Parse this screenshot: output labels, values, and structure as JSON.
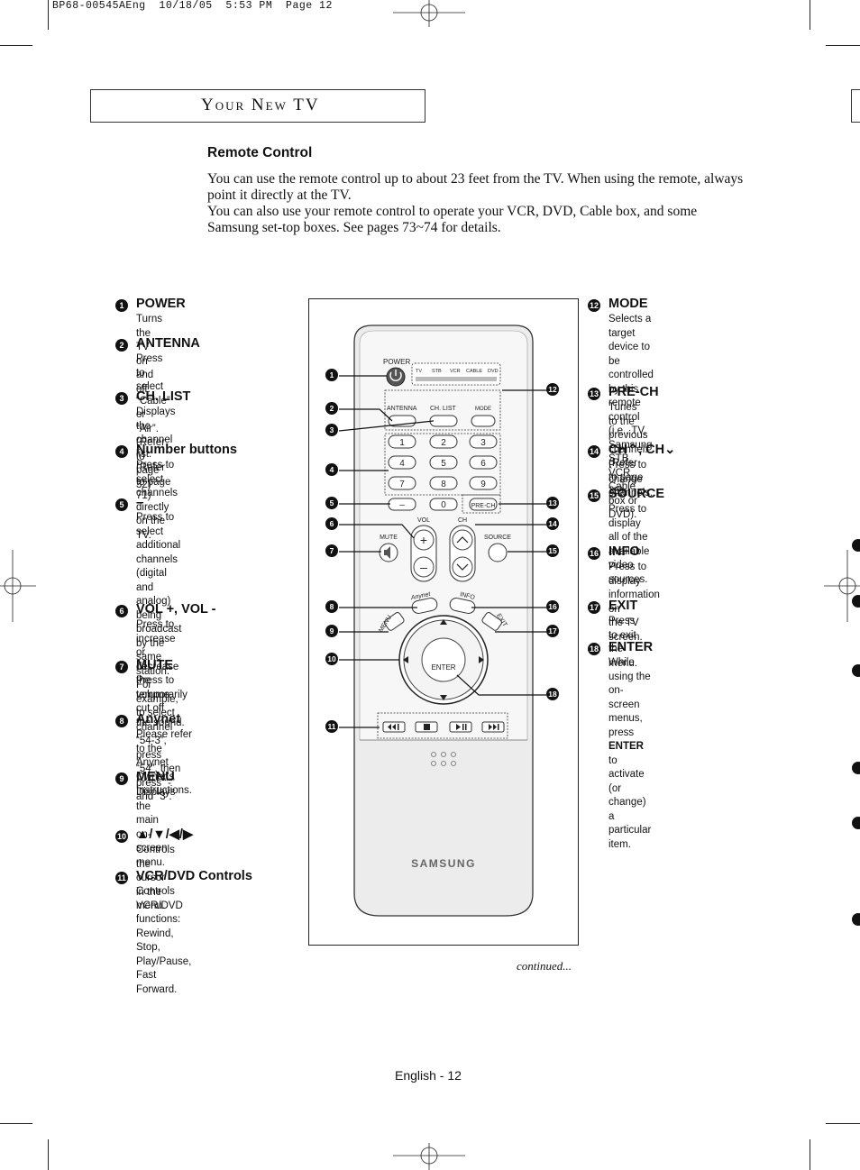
{
  "slug": "BP68-00545AEng  10/18/05  5:53 PM  Page 12",
  "header": {
    "title": "Your New TV"
  },
  "section_title": "Remote Control",
  "intro": [
    "You can use the remote control up to about 23 feet from the TV. When using the remote, always point it directly at the TV.",
    "You can also use your remote control to operate your VCR, DVD, Cable box, and some Samsung set-top boxes. See pages 73~74 for details."
  ],
  "left_items": [
    {
      "num": "1",
      "name": "POWER",
      "desc": "Turns the TV on and off."
    },
    {
      "num": "2",
      "name": "ANTENNA",
      "desc": "Press to select “Cable” or “Air”.\n(Refer to page 32)"
    },
    {
      "num": "3",
      "name": "CH. LIST",
      "desc": "Displays the channel list.\n(Refer to page 71)"
    },
    {
      "num": "4",
      "name": "Number buttons",
      "desc": "Press to select channels directly\non the TV."
    },
    {
      "num": "5",
      "name": "–",
      "desc": "Press to select additional\nchannels (digital and analog)\nbeing broadcast by the same\nstation. For example, to select\nchannel “54-3”, press “54”, then\npress “-” and “3”."
    },
    {
      "num": "6",
      "name": "VOL +, VOL -",
      "desc": "Press to increase or decrease the\nvolume."
    },
    {
      "num": "7",
      "name": "MUTE",
      "desc": "Press to temporarily cut off\nthe sound."
    },
    {
      "num": "8",
      "name": "Anynet",
      "desc": "Please refer to the Anynet\nOwner’s Instructions."
    },
    {
      "num": "9",
      "name": "MENU",
      "desc": "Displays the main on-screen\nmenu."
    },
    {
      "num": "10",
      "name": "▲/▼/◀/▶",
      "desc": "Controls the cursor in the menu."
    },
    {
      "num": "11",
      "name": "VCR/DVD Controls",
      "desc": "Controls VCR/DVD functions:\nRewind, Stop, Play/Pause, Fast\nForward."
    }
  ],
  "right_items": [
    {
      "num": "12",
      "name": "MODE",
      "desc": "Selects a target device to be\ncontrolled by this remote control\n(i.e., TV, Samsung STB, VCR, Cable\nbox or DVD)."
    },
    {
      "num": "13",
      "name": "PRE-CH",
      "desc": "Tunes to the previous channel.\n(Refer to page 36)"
    },
    {
      "num": "14",
      "name": "CH⌃, CH⌄",
      "desc": "Press to change channels."
    },
    {
      "num": "15",
      "name": "SOURCE",
      "desc": "Press to display all of the\navailable video sources."
    },
    {
      "num": "16",
      "name": "INFO",
      "desc": "Press to display information on\nthe TV screen."
    },
    {
      "num": "17",
      "name": "EXIT",
      "desc": "Press to exit the menu."
    },
    {
      "num": "18",
      "name": "ENTER",
      "desc": "While using the on-screen menus,\npress ENTER to activate (or\nchange) a particular item."
    }
  ],
  "remote": {
    "power": "POWER",
    "modes": [
      "TV",
      "STB",
      "VCR",
      "CABLE",
      "DVD"
    ],
    "antenna": "ANTENNA",
    "chlist": "CH. LIST",
    "mode": "MODE",
    "digits": [
      "1",
      "2",
      "3",
      "4",
      "5",
      "6",
      "7",
      "8",
      "9",
      "0"
    ],
    "dash": "–",
    "prech": "PRE-CH",
    "vol": "VOL",
    "ch": "CH",
    "mute": "MUTE",
    "source": "SOURCE",
    "anynet": "Anynet",
    "info": "INFO",
    "menu": "MENU",
    "exit": "EXIT",
    "enter": "ENTER",
    "brand": "SAMSUNG"
  },
  "continued": "continued...",
  "footer": "English - 12"
}
